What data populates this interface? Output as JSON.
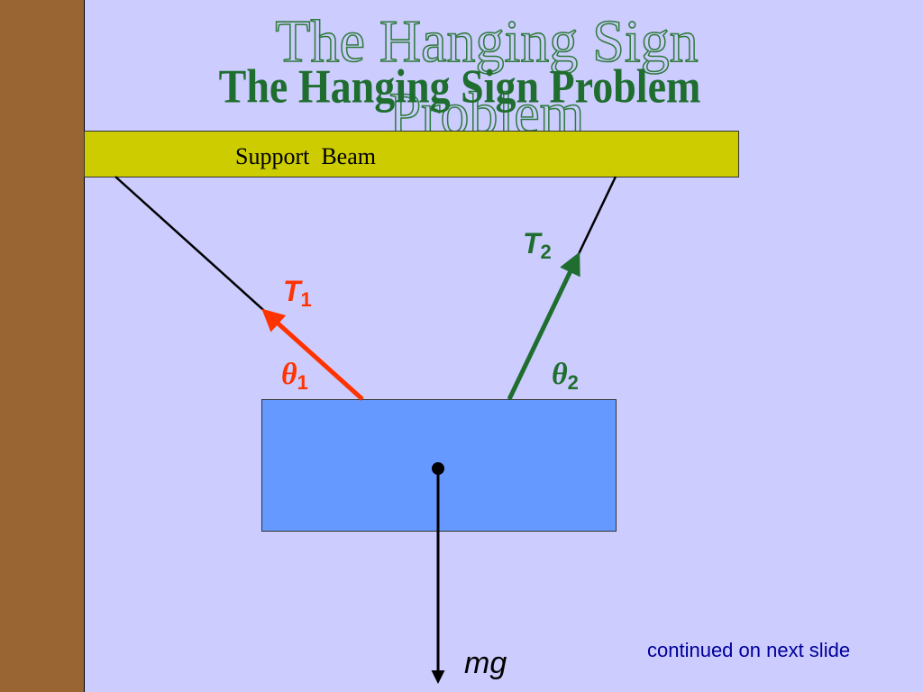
{
  "slide": {
    "title": "The Hanging Sign Problem",
    "beam_label": "Support  Beam",
    "labels": {
      "t1_symbol": "T",
      "t1_subscript": "1",
      "t2_symbol": "T",
      "t2_subscript": "2",
      "theta1_symbol": "θ",
      "theta1_subscript": "1",
      "theta2_symbol": "θ",
      "theta2_subscript": "2",
      "weight": "mg"
    },
    "footer_note": "continued on next slide"
  },
  "colors": {
    "background": "#ccccff",
    "wall": "#996633",
    "beam": "#cccc00",
    "sign": "#6699ff",
    "tension1": "#ff3300",
    "tension2": "#1f6e2f",
    "title": "#1f6e2f",
    "note": "#000099"
  }
}
